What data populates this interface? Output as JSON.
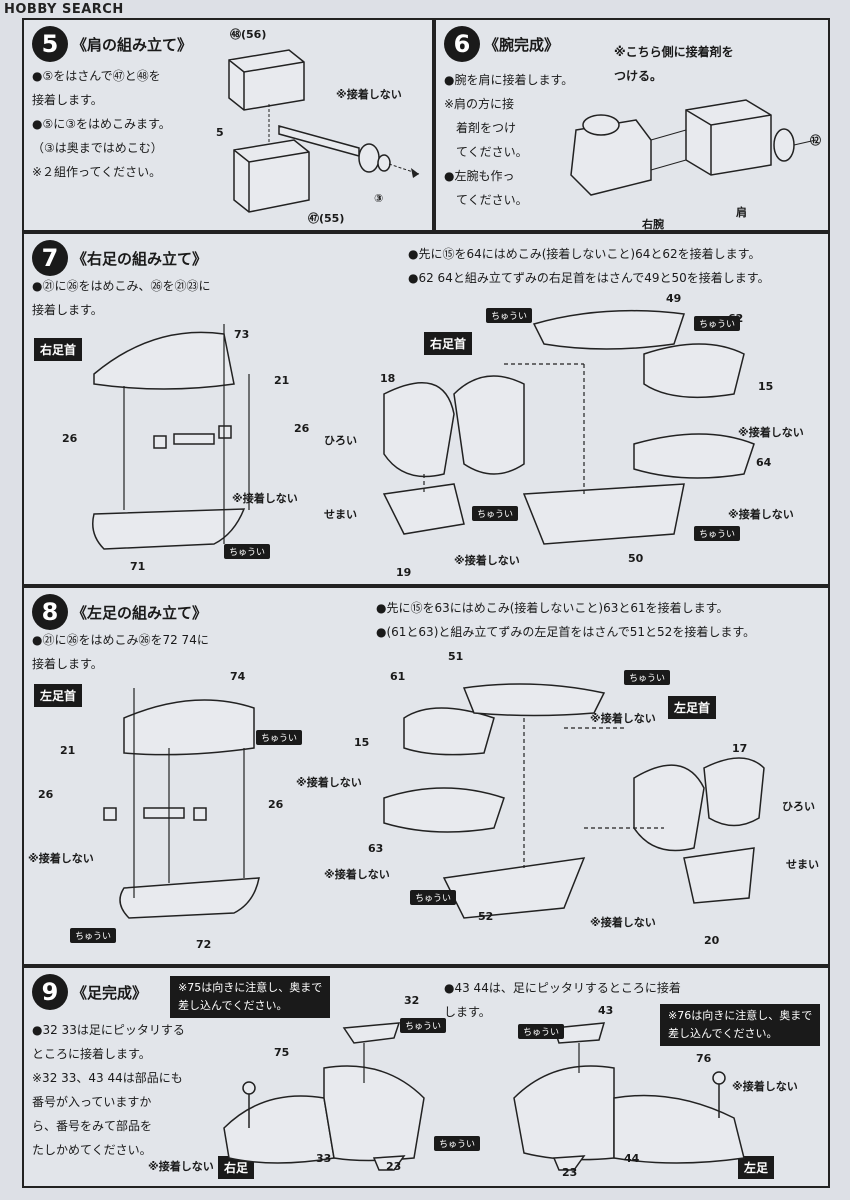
{
  "watermark": "HOBBY SEARCH",
  "s5": {
    "num": "5",
    "title": "《肩の組み立て》",
    "lines": [
      "●⑤をはさんで㊼と㊽を",
      "接着します。",
      "●⑤に③をはめこみます。",
      "（③は奥まではめこむ）",
      "※２組作ってください。"
    ],
    "parts": {
      "p48": "㊽(56)",
      "p5": "5",
      "p3": "③",
      "p47": "㊼(55)"
    },
    "no_glue": "※接着しない"
  },
  "s6": {
    "num": "6",
    "title": "《腕完成》",
    "lines": [
      "●腕を肩に接着します。",
      "※肩の方に接",
      "　着剤をつけ",
      "　てください。",
      "●左腕も作っ",
      "　てください。"
    ],
    "glue_note": [
      "※こちら側に接着剤を",
      "つける。"
    ],
    "parts": {
      "p12": "⑫",
      "arm": "右腕",
      "shoulder": "肩"
    }
  },
  "s7": {
    "num": "7",
    "title": "《右足の組み立て》",
    "lines": [
      "●㉑に㉖をはめこみ、㉖を㉑㉓に",
      "接着します。"
    ],
    "right_lines": [
      "●先に⑮を64にはめこみ(接着しないこと)64と62を接着します。",
      "●62 64と組み立てずみの右足首をはさんで49と50を接着します。"
    ],
    "label_ankle": "右足首",
    "label_ankle2": "右足首",
    "parts": {
      "p73": "73",
      "p21": "21",
      "p26a": "26",
      "p26b": "26",
      "p71": "71",
      "p18": "18",
      "p19": "19",
      "p49": "49",
      "p62": "62",
      "p15": "15",
      "p64": "64",
      "p50": "50"
    },
    "no_glue": "※接着しない",
    "wide": "ひろい",
    "narrow": "せまい",
    "caution": "ちゅうい"
  },
  "s8": {
    "num": "8",
    "title": "《左足の組み立て》",
    "lines": [
      "●㉑に㉖をはめこみ㉖を72 74に",
      "接着します。"
    ],
    "right_lines": [
      "●先に⑮を63にはめこみ(接着しないこと)63と61を接着します。",
      "●(61と63)と組み立てずみの左足首をはさんで51と52を接着します。"
    ],
    "label_ankle": "左足首",
    "label_ankle2": "左足首",
    "parts": {
      "p74": "74",
      "p21": "21",
      "p26a": "26",
      "p26b": "26",
      "p72": "72",
      "p61": "61",
      "p51": "51",
      "p15": "15",
      "p63": "63",
      "p52": "52",
      "p17": "17",
      "p20": "20"
    },
    "no_glue": "※接着しない",
    "wide": "ひろい",
    "narrow": "せまい",
    "caution": "ちゅうい"
  },
  "s9": {
    "num": "9",
    "title": "《足完成》",
    "lines": [
      "●32 33は足にピッタリする",
      "ところに接着します。",
      "※32 33、43 44は部品にも",
      "番号が入っていますか",
      "ら、番号をみて部品を",
      "たしかめてください。"
    ],
    "note_left": [
      "※75は向きに注意し、奥まで",
      "差し込んでください。"
    ],
    "note_right": [
      "※76は向きに注意し、奥まで",
      "差し込んでください。"
    ],
    "mid_lines": [
      "●43 44は、足にピッタリするところに接着",
      "します。"
    ],
    "label_right_leg": "右足",
    "label_left_leg": "左足",
    "parts": {
      "p32": "32",
      "p75": "75",
      "p33": "33",
      "p23a": "23",
      "p43": "43",
      "p76": "76",
      "p44": "44",
      "p23b": "23"
    },
    "no_glue": "※接着しない",
    "caution": "ちゅうい"
  }
}
